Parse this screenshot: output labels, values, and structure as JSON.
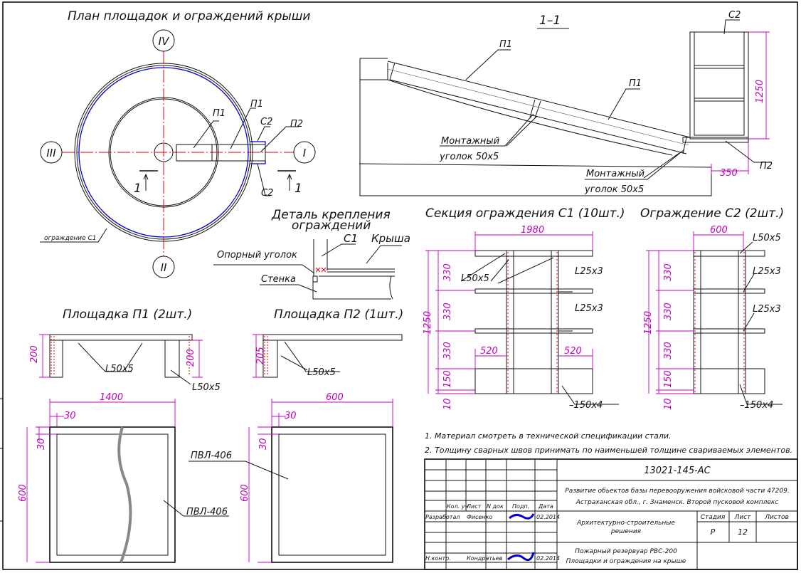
{
  "plan": {
    "title": "План площадок и ограждений крыши",
    "axes": [
      "IV",
      "III",
      "I",
      "II"
    ],
    "labels": {
      "p1a": "П1",
      "p1b": "П1",
      "c2a": "С2",
      "c2b": "С2",
      "p2": "П2",
      "fence": "ограждение С1"
    },
    "section_mark": "1"
  },
  "section": {
    "title": "1–1",
    "labels": {
      "p1a": "П1",
      "p1b": "П1",
      "c2": "С2",
      "p2": "П2"
    },
    "mount1": [
      "Монтажный",
      "уголок 50х5"
    ],
    "mount2": [
      "Монтажный",
      "уголок 50х5"
    ],
    "dims": {
      "height": "1250",
      "width": "350"
    }
  },
  "detail": {
    "title": [
      "Деталь крепления",
      "ограждений"
    ],
    "labels": {
      "c1": "С1",
      "roof": "Крыша",
      "angle": "Опорный уголок",
      "wall": "Стенка"
    }
  },
  "p1": {
    "title": "Площадка П1 (2шт.)",
    "dims": {
      "h1": "200",
      "h2": "200",
      "len": "1400",
      "edge": "30",
      "edge_v": "30",
      "width": "600"
    },
    "labels": {
      "angle1": "L50х5",
      "angle2": "L50х5",
      "mesh": "ПВЛ-406"
    }
  },
  "p2": {
    "title": "Площадка П2 (1шт.)",
    "dims": {
      "h": "205",
      "len": "600",
      "edge": "30",
      "edge_v": "30",
      "width": "600"
    },
    "labels": {
      "angle": "L50х5",
      "mesh": "ПВЛ-406"
    }
  },
  "c1": {
    "title": "Секция ограждения С1 (10шт.)",
    "dims": {
      "len": "1980",
      "total": "1250",
      "rows": [
        "330",
        "330",
        "330",
        "150",
        "10"
      ],
      "gap1": "520",
      "gap2": "520"
    },
    "labels": {
      "angle": "L50х5",
      "rail1": "L25х3",
      "rail2": "L25х3",
      "plate": "–150х4"
    }
  },
  "c2": {
    "title": "Ограждение С2 (2шт.)",
    "dims": {
      "len": "600",
      "total": "1250",
      "rows": [
        "330",
        "330",
        "330",
        "150",
        "10"
      ]
    },
    "labels": {
      "angle": "L50х5",
      "rail1": "L25х3",
      "rail2": "L25х3",
      "plate": "–150х4"
    }
  },
  "notes": [
    "1. Материал смотреть в технической спецификации стали.",
    "2. Толщину сварных швов принимать по наименьшей толщине  свариваемых элементов."
  ],
  "title_block": {
    "doc_number": "13021-145-АС",
    "project": [
      "Развитие обьектов базы перевооружения войсковой части 47209.",
      "Астраханская обл., г. Знаменск. Второй пусковой комплекс"
    ],
    "headers": [
      "Кол. уч",
      "Лист",
      "N док",
      "Подп.",
      "Дата"
    ],
    "rows": [
      {
        "role": "Разработал",
        "name": "Фисенко",
        "date": "02.2014"
      },
      {
        "role": "Н.контр.",
        "name": "Кондратьев",
        "date": "02.2014"
      }
    ],
    "section_name": [
      "Архитектурно-строительные",
      "решения"
    ],
    "stage_headers": [
      "Стадия",
      "Лист",
      "Листов"
    ],
    "stage": "Р",
    "sheet": "12",
    "sheets": "",
    "drawing_name": [
      "Пожарный резервуар РВС-200",
      "Площадки и ограждения на крыше"
    ],
    "colors": {
      "signature": "#0000d0",
      "dimension": "#c000c0",
      "axis": "#e00000"
    }
  }
}
